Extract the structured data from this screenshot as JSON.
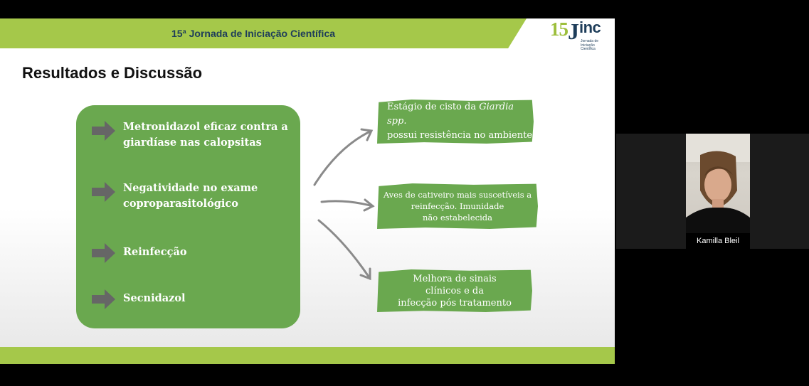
{
  "slide": {
    "header_title": "15ª Jornada de Iniciação Científica",
    "logo": {
      "number": "15",
      "letter": "J",
      "text": "inc",
      "subtitle": "Jornada de Iniciação Científica"
    },
    "title": "Resultados e Discussão",
    "items": [
      {
        "label": "Metronidazol eficaz contra a giardíase nas calopsitas",
        "icon": "right-arrow-icon"
      },
      {
        "label": "Negatividade no exame coproparasitológico",
        "icon": "right-arrow-icon"
      },
      {
        "label": "Reinfecção",
        "icon": "right-arrow-icon"
      },
      {
        "label": "Secnidazol",
        "icon": "right-arrow-icon"
      }
    ],
    "results": [
      {
        "line1": "Estágio de cisto da ",
        "line1_italic": "Giardia spp.",
        "line2": "possui resistência no ambiente"
      },
      {
        "line1": "Aves de cativeiro mais suscetíveis a",
        "line2": "reinfecção. Imunidade",
        "line3": "não estabelecida"
      },
      {
        "line1": "Melhora de sinais",
        "line2": "clínicos e da",
        "line3": "infecção pós tratamento"
      }
    ],
    "colors": {
      "band_green": "#a5c84a",
      "box_green": "#6aa84f",
      "title_navy": "#1e3d5a",
      "arrow_gray": "#666666"
    }
  },
  "participant": {
    "name": "Kamilla Bleil"
  }
}
